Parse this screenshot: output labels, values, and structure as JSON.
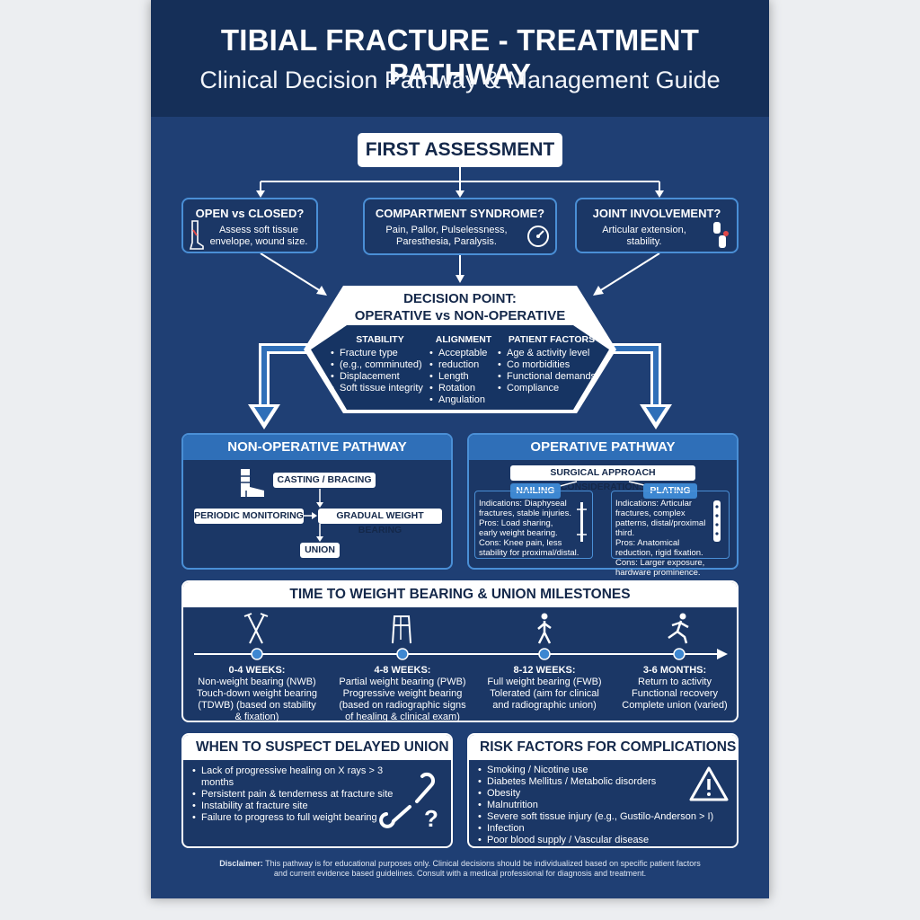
{
  "header": {
    "title": "TIBIAL FRACTURE - TREATMENT PATHWAY",
    "subtitle": "Clinical Decision Pathway & Management Guide"
  },
  "first_assessment": "FIRST ASSESSMENT",
  "assess_boxes": [
    {
      "title": "OPEN vs CLOSED?",
      "text1": "Assess soft tissue",
      "text2": "envelope, wound size.",
      "icon": "leg-wound-icon"
    },
    {
      "title": "COMPARTMENT SYNDROME?",
      "text1": "Pain, Pallor, Pulselessness,",
      "text2": "Paresthesia, Paralysis.",
      "icon": "pressure-gauge-icon"
    },
    {
      "title": "JOINT INVOLVEMENT?",
      "text1": "Articular extension,",
      "text2": "stability.",
      "icon": "knee-joint-icon"
    }
  ],
  "decision": {
    "title1": "DECISION POINT:",
    "title2": "OPERATIVE vs NON-OPERATIVE",
    "columns": [
      {
        "head": "STABILITY",
        "items": [
          "Fracture type",
          "(e.g., comminuted)",
          "Displacement",
          "Soft tissue integrity"
        ]
      },
      {
        "head": "ALIGNMENT",
        "items": [
          "Acceptable",
          "reduction",
          "Length",
          "Rotation",
          "Angulation"
        ]
      },
      {
        "head": "PATIENT FACTORS",
        "items": [
          "Age & activity level",
          "Co morbidities",
          "Functional demands",
          "Compliance"
        ]
      }
    ]
  },
  "non_operative": {
    "title": "NON-OPERATIVE PATHWAY",
    "casting": "CASTING / BRACING",
    "monitoring": "PERIODIC MONITORING",
    "weight_bearing": "GRADUAL WEIGHT BEARING",
    "union": "UNION"
  },
  "operative": {
    "title": "OPERATIVE PATHWAY",
    "approach": "SURGICAL APPROACH CONSIDERATIONS",
    "nailing": {
      "label": "NAILING",
      "indications": "Indications: Diaphyseal fractures, stable injuries.",
      "pros": "Pros: Load sharing, early weight bearing.",
      "cons": "Cons: Knee pain, less stability for proximal/distal."
    },
    "plating": {
      "label": "PLATING",
      "indications": "Indications: Articular fractures, complex patterns, distal/proximal third.",
      "pros": "Pros: Anatomical reduction, rigid fixation.",
      "cons": "Cons: Larger exposure, hardware prominence."
    }
  },
  "milestones": {
    "title": "TIME TO WEIGHT BEARING & UNION MILESTONES",
    "stages": [
      {
        "period": "0-4 WEEKS:",
        "lines": [
          "Non-weight bearing (NWB)",
          "Touch-down weight bearing",
          "(TDWB) (based on stability",
          "& fixation)"
        ],
        "icon": "crutches-icon"
      },
      {
        "period": "4-8 WEEKS:",
        "lines": [
          "Partial weight bearing (PWB)",
          "Progressive weight bearing",
          "(based on radiographic signs",
          "of healing & clinical exam)"
        ],
        "icon": "walker-icon"
      },
      {
        "period": "8-12 WEEKS:",
        "lines": [
          "Full weight bearing (FWB)",
          "Tolerated (aim for clinical",
          "and radiographic union)"
        ],
        "icon": "walking-person-icon"
      },
      {
        "period": "3-6 MONTHS:",
        "lines": [
          "Return to activity",
          "Functional recovery",
          "Complete union (varied)"
        ],
        "icon": "running-person-icon"
      }
    ]
  },
  "delayed_union": {
    "title": "WHEN TO SUSPECT DELAYED UNION",
    "items": [
      "Lack of progressive healing on X rays > 3 months",
      "Persistent pain & tenderness at fracture site",
      "Instability at fracture site",
      "Failure to progress to full weight bearing"
    ]
  },
  "risk_factors": {
    "title": "RISK FACTORS FOR COMPLICATIONS",
    "items": [
      "Smoking / Nicotine use",
      "Diabetes Mellitus / Metabolic disorders",
      "Obesity",
      "Malnutrition",
      "Severe soft tissue injury (e.g., Gustilo-Anderson > I)",
      "Infection",
      "Poor blood supply / Vascular disease"
    ]
  },
  "disclaimer": {
    "label": "Disclaimer:",
    "line1": " This pathway is for educational purposes only. Clinical decisions should be individualized based on specific patient factors",
    "line2": "and current evidence based guidelines. Consult with a medical professional for diagnosis and treatment."
  }
}
